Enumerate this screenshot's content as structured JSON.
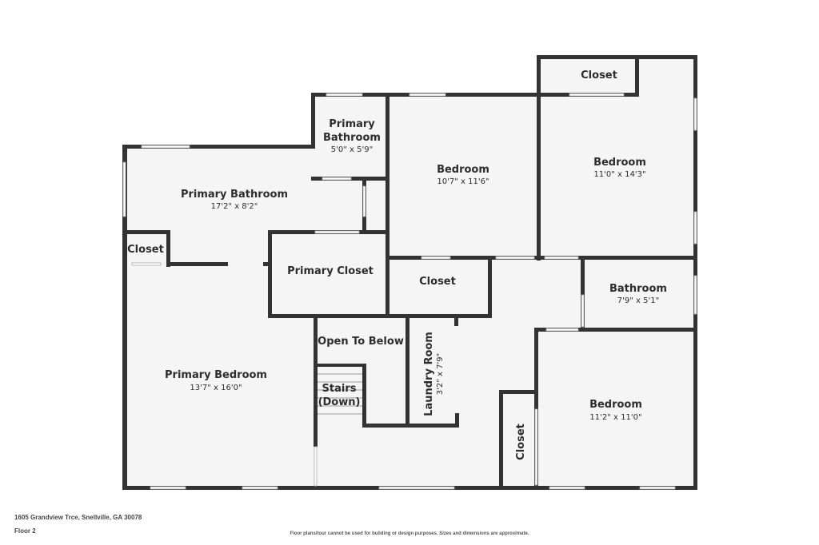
{
  "footer": {
    "address": "1605 Grandview Trce, Snellville, GA 30078",
    "floor": "Floor 2",
    "disclaimer": "Floor plans/tour cannot be used for building or design purposes. Sizes and dimensions are approximate."
  },
  "rooms": {
    "primary_bathroom_main": {
      "name": "Primary Bathroom",
      "dim": "17'2\" x 8'2\""
    },
    "primary_bathroom_small": {
      "name_line1": "Primary",
      "name_line2": "Bathroom",
      "dim": "5'0\" x 5'9\""
    },
    "bedroom_center": {
      "name": "Bedroom",
      "dim": "10'7\" x 11'6\""
    },
    "bedroom_top_right": {
      "name": "Bedroom",
      "dim": "11'0\" x 14'3\""
    },
    "closet_top_right": {
      "name": "Closet"
    },
    "closet_left": {
      "name": "Closet"
    },
    "primary_closet": {
      "name": "Primary Closet"
    },
    "closet_center": {
      "name": "Closet"
    },
    "bathroom": {
      "name": "Bathroom",
      "dim": "7'9\" x 5'1\""
    },
    "open_to_below": {
      "name": "Open To Below"
    },
    "laundry_room": {
      "name": "Laundry Room",
      "dim": "3'2\" x 7'9\""
    },
    "stairs": {
      "name_line1": "Stairs",
      "name_line2": "(Down)"
    },
    "primary_bedroom": {
      "name": "Primary Bedroom",
      "dim": "13'7\" x 16'0\""
    },
    "bedroom_bottom_right": {
      "name": "Bedroom",
      "dim": "11'2\" x 11'0\""
    },
    "closet_bottom": {
      "name": "Closet"
    }
  }
}
